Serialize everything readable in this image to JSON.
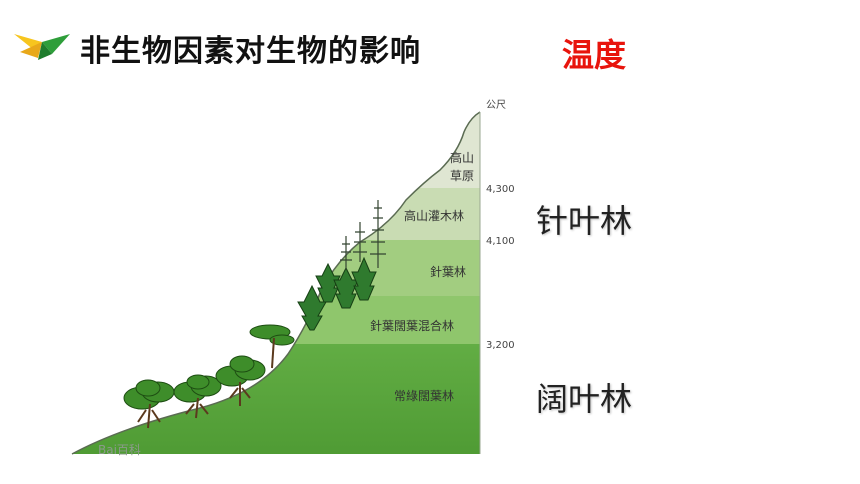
{
  "header": {
    "title": "非生物因素对生物的影响",
    "topic": "温度",
    "logo_icon": "yellow-green-arrow-logo"
  },
  "diagram": {
    "unit": "公尺",
    "elevations": [
      "4,300",
      "4,100",
      "3,200"
    ],
    "zones": [
      "高山",
      "草原",
      "高山灌木林",
      "針葉林",
      "針葉闊葉混合林",
      "常綠闊葉林"
    ],
    "watermark": "Bai百科"
  },
  "side_labels": {
    "needle_forest": "针叶林",
    "broadleaf_forest": "阔叶林"
  },
  "colors": {
    "title_text": "#111111",
    "topic_text": "#e8140c",
    "meadow": "#dfe6d2",
    "shrub": "#c8dbb2",
    "conifer": "#9dca7a",
    "mixed": "#8cc46a",
    "broadleaf": "#5aa83c"
  }
}
